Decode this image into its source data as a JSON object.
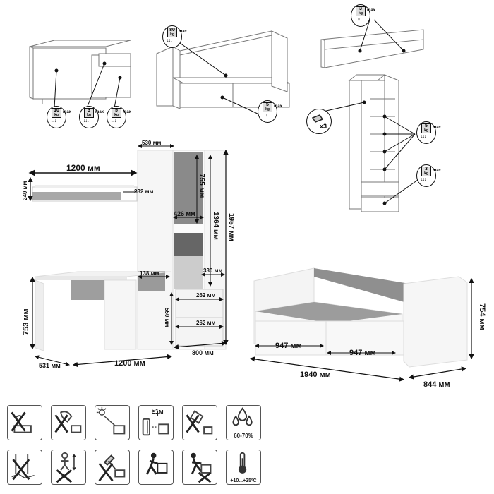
{
  "load_badges": {
    "desk_top": {
      "value": "10",
      "unit": "kg",
      "note": "max"
    },
    "desk_shelf": {
      "value": "3",
      "unit": "kg",
      "note": "max"
    },
    "desk_drawer": {
      "value": "5",
      "unit": "kg",
      "note": "max"
    },
    "bed_top": {
      "value": "80",
      "unit": "kg",
      "note": "max"
    },
    "bed_drawer": {
      "value": "5",
      "unit": "kg",
      "note": "max"
    },
    "wall_shelf": {
      "value": "3",
      "unit": "kg",
      "note": "max"
    },
    "wardrobe_shelf": {
      "value": "5",
      "unit": "kg",
      "note": "max"
    },
    "wardrobe_drawer": {
      "value": "3",
      "unit": "kg",
      "note": "max"
    },
    "hinge_count": "x3"
  },
  "dimensions": {
    "shelf_width": "1200 мм",
    "shelf_height": "240 мм",
    "shelf_depth": "232 мм",
    "wardrobe_depth": "530 мм",
    "niche_height": "755 мм",
    "niche_width": "426 мм",
    "column_height": "1364 мм",
    "total_height": "1957 мм",
    "inner_width": "330 мм",
    "drawer_top": "138 мм",
    "drawer_1": "262 мм",
    "drawer_2": "262 мм",
    "lower_height": "550 мм",
    "desk_height": "753 мм",
    "desk_depth": "531 мм",
    "desk_width": "1200 мм",
    "wardrobe_width": "800 мм",
    "bed_drawer_1": "947 мм",
    "bed_drawer_2": "947 мм",
    "bed_length": "1940 мм",
    "bed_depth": "844 мм",
    "bed_height": "754 мм"
  },
  "care_icons": [
    {
      "name": "no-water-icon",
      "label": ""
    },
    {
      "name": "no-solvent-icon",
      "label": ""
    },
    {
      "name": "no-sunlight-icon",
      "label": ""
    },
    {
      "name": "distance-from-heater-icon",
      "label": "≥1м"
    },
    {
      "name": "no-leaning-icon",
      "label": ""
    },
    {
      "name": "humidity-icon",
      "label": "60-70%"
    },
    {
      "name": "no-uneven-floor-icon",
      "label": ""
    },
    {
      "name": "no-climbing-icon",
      "label": ""
    },
    {
      "name": "no-hammer-icon",
      "label": ""
    },
    {
      "name": "two-person-lift-icon",
      "label": ""
    },
    {
      "name": "no-dragging-icon",
      "label": ""
    },
    {
      "name": "temperature-icon",
      "label": "+10...+25ºC"
    }
  ]
}
